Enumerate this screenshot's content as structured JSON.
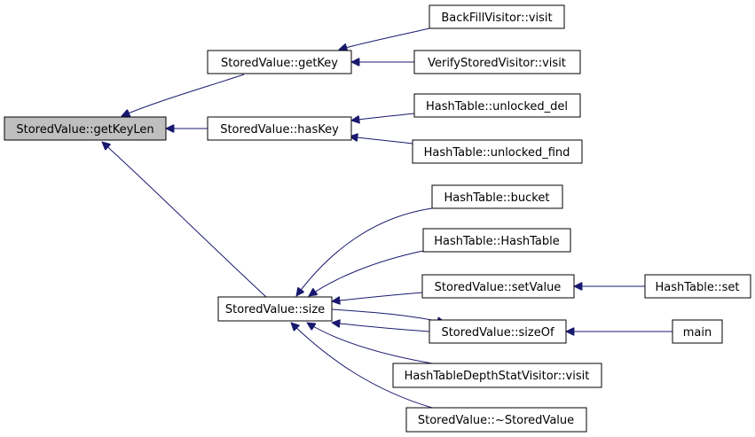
{
  "diagram": {
    "title": "",
    "colors": {
      "edge": "#191970",
      "root_fill": "#bfbfbf",
      "node_fill": "#ffffff",
      "border": "#000000"
    },
    "nodes": {
      "getKeyLen": "StoredValue::getKeyLen",
      "getKey": "StoredValue::getKey",
      "hasKey": "StoredValue::hasKey",
      "size": "StoredValue::size",
      "backfill": "BackFillVisitor::visit",
      "verify": "VerifyStoredVisitor::visit",
      "unlockedDel": "HashTable::unlocked_del",
      "unlockedFind": "HashTable::unlocked_find",
      "bucket": "HashTable::bucket",
      "hashTableCtor": "HashTable::HashTable",
      "setValue": "StoredValue::setValue",
      "sizeOf": "StoredValue::sizeOf",
      "depthStat": "HashTableDepthStatVisitor::visit",
      "destructor": "StoredValue::~StoredValue",
      "set": "HashTable::set",
      "main": "main"
    },
    "edges": [
      {
        "from": "getKey",
        "to": "getKeyLen"
      },
      {
        "from": "hasKey",
        "to": "getKeyLen"
      },
      {
        "from": "size",
        "to": "getKeyLen"
      },
      {
        "from": "backfill",
        "to": "getKey"
      },
      {
        "from": "verify",
        "to": "getKey"
      },
      {
        "from": "unlockedDel",
        "to": "hasKey"
      },
      {
        "from": "unlockedFind",
        "to": "hasKey"
      },
      {
        "from": "bucket",
        "to": "size"
      },
      {
        "from": "hashTableCtor",
        "to": "size"
      },
      {
        "from": "setValue",
        "to": "size"
      },
      {
        "from": "sizeOf",
        "to": "size"
      },
      {
        "from": "size",
        "to": "sizeOf"
      },
      {
        "from": "depthStat",
        "to": "size"
      },
      {
        "from": "destructor",
        "to": "size"
      },
      {
        "from": "set",
        "to": "setValue"
      },
      {
        "from": "main",
        "to": "sizeOf"
      }
    ]
  }
}
